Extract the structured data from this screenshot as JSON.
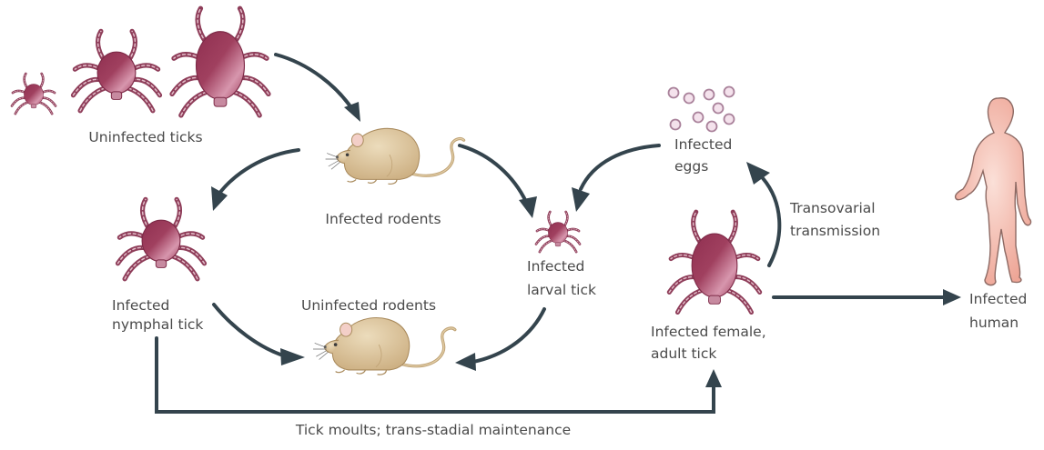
{
  "title": "Tick-borne pathogen transmission cycle",
  "colors": {
    "tick_body": "#a0405f",
    "tick_highlight": "#e8b8c8",
    "rodent_fur": "#d7bf93",
    "human_skin": "#f3b3a6",
    "egg_fill": "#f4e2ec",
    "arrow": "#34444d",
    "text": "#4a4a4a"
  },
  "nodes": {
    "uninfected_ticks": {
      "label": "Uninfected ticks",
      "icon": "tick-group-icon"
    },
    "infected_rodents": {
      "label": "Infected rodents",
      "icon": "mouse-icon"
    },
    "infected_nymphal_tick": {
      "label_line1": "Infected",
      "label_line2": "nymphal tick",
      "icon": "tick-icon"
    },
    "uninfected_rodents": {
      "label": "Uninfected rodents",
      "icon": "mouse-icon"
    },
    "infected_larval_tick": {
      "label_line1": "Infected",
      "label_line2": "larval tick",
      "icon": "tick-icon"
    },
    "infected_eggs": {
      "label_line1": "Infected",
      "label_line2": "eggs",
      "icon": "eggs-icon"
    },
    "infected_female_adult_tick": {
      "label_line1": "Infected female,",
      "label_line2": "adult tick",
      "icon": "tick-icon"
    },
    "infected_human": {
      "label_line1": "Infected",
      "label_line2": "human",
      "icon": "human-icon"
    }
  },
  "edges": [
    {
      "from": "uninfected_ticks",
      "to": "infected_rodents",
      "label": ""
    },
    {
      "from": "infected_rodents",
      "to": "infected_nymphal_tick",
      "label": ""
    },
    {
      "from": "infected_rodents",
      "to": "infected_larval_tick",
      "label": ""
    },
    {
      "from": "infected_eggs",
      "to": "infected_larval_tick",
      "label": ""
    },
    {
      "from": "infected_nymphal_tick",
      "to": "uninfected_rodents",
      "label": ""
    },
    {
      "from": "infected_larval_tick",
      "to": "uninfected_rodents",
      "label": ""
    },
    {
      "from": "infected_nymphal_tick",
      "to": "infected_female_adult_tick",
      "label": "Tick moults; trans-stadial maintenance"
    },
    {
      "from": "infected_female_adult_tick",
      "to": "infected_eggs",
      "label_line1": "Transovarial",
      "label_line2": "transmission"
    },
    {
      "from": "infected_female_adult_tick",
      "to": "infected_human",
      "label": ""
    }
  ]
}
